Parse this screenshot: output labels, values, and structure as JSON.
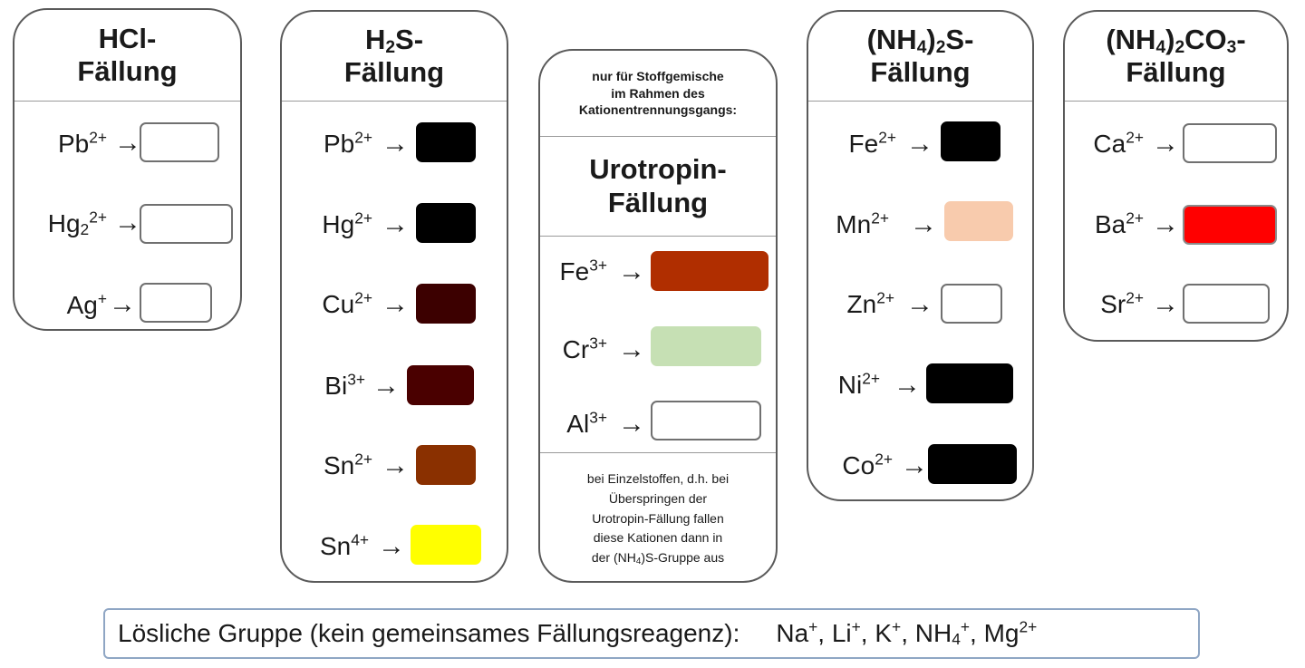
{
  "groups": {
    "hcl": {
      "title_line1": "HCl-",
      "title_line2": "Fällung",
      "ions": [
        {
          "base": "Pb",
          "sub": "",
          "sup": "2+",
          "color": "#ffffff"
        },
        {
          "base": "Hg",
          "sub": "2",
          "sup": "2+",
          "color": "#ffffff"
        },
        {
          "base": "Ag",
          "sub": "",
          "sup": "+",
          "color": "#ffffff"
        }
      ]
    },
    "h2s": {
      "title_pre": "H",
      "title_sub": "2",
      "title_post": "S-",
      "title_line2": "Fällung",
      "ions": [
        {
          "base": "Pb",
          "sub": "",
          "sup": "2+",
          "color": "#000000"
        },
        {
          "base": "Hg",
          "sub": "",
          "sup": "2+",
          "color": "#000000"
        },
        {
          "base": "Cu",
          "sub": "",
          "sup": "2+",
          "color": "#3c0000"
        },
        {
          "base": "Bi",
          "sub": "",
          "sup": "3+",
          "color": "#4a0000"
        },
        {
          "base": "Sn",
          "sub": "",
          "sup": "2+",
          "color": "#8a3000"
        },
        {
          "base": "Sn",
          "sub": "",
          "sup": "4+",
          "color": "#ffff00"
        }
      ]
    },
    "urotropin": {
      "note_top_lines": [
        "nur für Stoffgemische",
        "im Rahmen des",
        "Kationentrennungsgangs:"
      ],
      "title_line1": "Urotropin-",
      "title_line2": "Fällung",
      "ions": [
        {
          "base": "Fe",
          "sub": "",
          "sup": "3+",
          "color": "#b02e00"
        },
        {
          "base": "Cr",
          "sub": "",
          "sup": "3+",
          "color": "#c6e0b4"
        },
        {
          "base": "Al",
          "sub": "",
          "sup": "3+",
          "color": "#ffffff"
        }
      ],
      "note_bottom": {
        "line1": "bei Einzelstoffen, d.h. bei",
        "line2": "Überspringen der",
        "line3": "Urotropin-Fällung fallen",
        "line4": "diese Kationen dann in",
        "line5_pre": "der (NH",
        "line5_sub": "4",
        "line5_post": ")S-Gruppe aus"
      }
    },
    "nh4_2s": {
      "title_pre": "(NH",
      "title_sub1": "4",
      "title_mid": ")",
      "title_sub2": "2",
      "title_post": "S-",
      "title_line2": "Fällung",
      "ions": [
        {
          "base": "Fe",
          "sub": "",
          "sup": "2+",
          "color": "#000000"
        },
        {
          "base": "Mn",
          "sub": "",
          "sup": "2+",
          "color": "#f8cbad"
        },
        {
          "base": "Zn",
          "sub": "",
          "sup": "2+",
          "color": "#ffffff"
        },
        {
          "base": "Ni",
          "sub": "",
          "sup": "2+",
          "color": "#000000"
        },
        {
          "base": "Co",
          "sub": "",
          "sup": "2+",
          "color": "#000000"
        }
      ]
    },
    "nh4_2co3": {
      "title_pre": "(NH",
      "title_sub1": "4",
      "title_mid": ")",
      "title_sub2": "2",
      "title_post": "CO",
      "title_sub3": "3",
      "title_end": "-",
      "title_line2": "Fällung",
      "ions": [
        {
          "base": "Ca",
          "sub": "",
          "sup": "2+",
          "color": "#ffffff"
        },
        {
          "base": "Ba",
          "sub": "",
          "sup": "2+",
          "color": "#ff0000"
        },
        {
          "base": "Sr",
          "sub": "",
          "sup": "2+",
          "color": "#ffffff"
        }
      ]
    }
  },
  "arrow": "→",
  "footer": {
    "label": "Lösliche Gruppe (kein gemeinsames Fällungsreagenz):",
    "ions": [
      {
        "base": "Na",
        "sub": "",
        "sup": "+",
        "sep": ","
      },
      {
        "base": "Li",
        "sub": "",
        "sup": "+",
        "sep": ","
      },
      {
        "base": "K",
        "sub": "",
        "sup": "+",
        "sep": ","
      },
      {
        "base": "NH",
        "sub": "4",
        "sup": "+",
        "sep": ","
      },
      {
        "base": "Mg",
        "sub": "",
        "sup": "2+",
        "sep": ""
      }
    ]
  }
}
